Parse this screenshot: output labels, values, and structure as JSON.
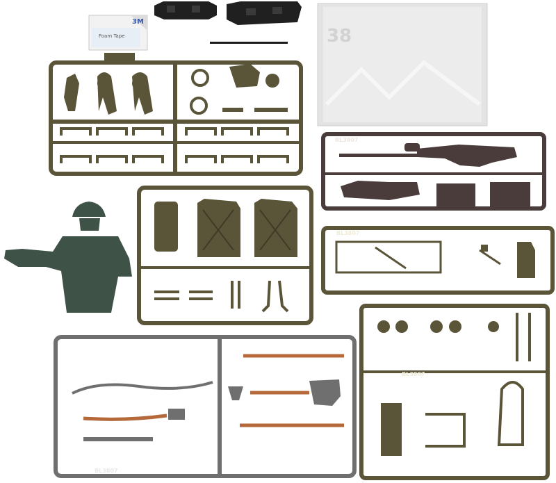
{
  "tape_label": "3M",
  "tape_sublabel": "Foam Tape",
  "decal_text": "38",
  "sprue_codes": {
    "upper_tag": "",
    "mg_tag": "BL3807",
    "frame_tag": "BL3807",
    "right_tag": "BL3807",
    "tool_tag": "BL3807"
  },
  "colors": {
    "olive_sprue": "#5a5438",
    "brown_sprue": "#4a3c3a",
    "gray_sprue": "#6f6f6f",
    "figure": "#3f5248",
    "handle_wood": "#b5683a",
    "background": "#ffffff"
  }
}
